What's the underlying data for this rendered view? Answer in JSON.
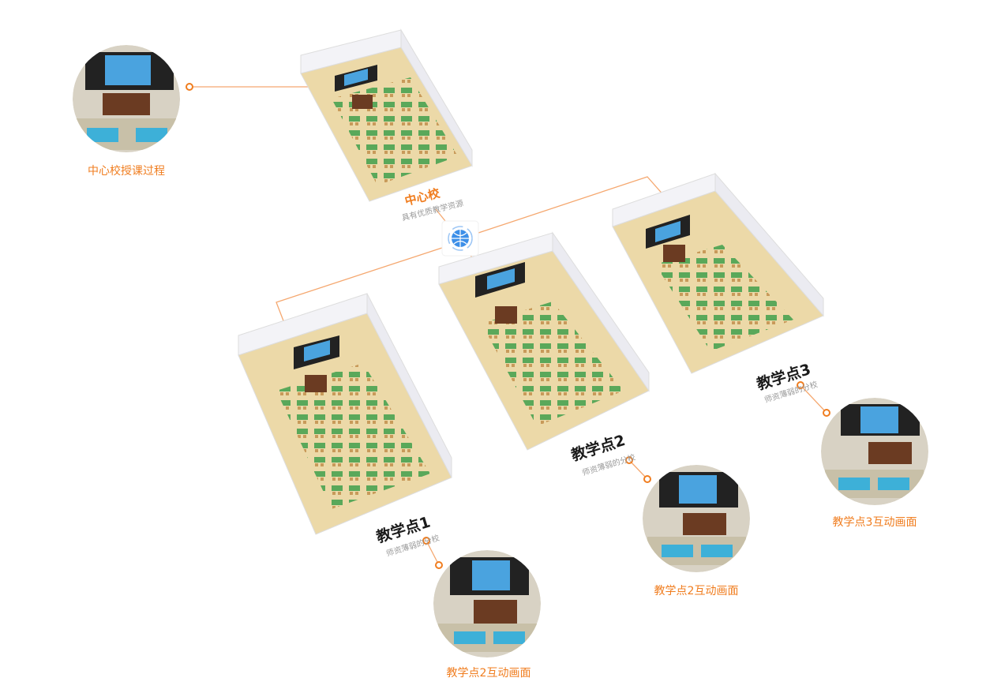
{
  "center": {
    "title": "中心校",
    "subtitle": "具有优质教学资源",
    "caption": "中心校授课过程"
  },
  "sites": [
    {
      "title": "教学点1",
      "subtitle": "师资薄弱的分校",
      "caption": "教学点2互动画面"
    },
    {
      "title": "教学点2",
      "subtitle": "师资薄弱的分校",
      "caption": "教学点2互动画面"
    },
    {
      "title": "教学点3",
      "subtitle": "师资薄弱的分校",
      "caption": "教学点3互动画面"
    }
  ],
  "hub_icon": "globe-network-icon",
  "colors": {
    "accent": "#f07d1f",
    "line": "#f5a870",
    "floor": "#ecd9a8",
    "wall": "#f4f4f8"
  }
}
